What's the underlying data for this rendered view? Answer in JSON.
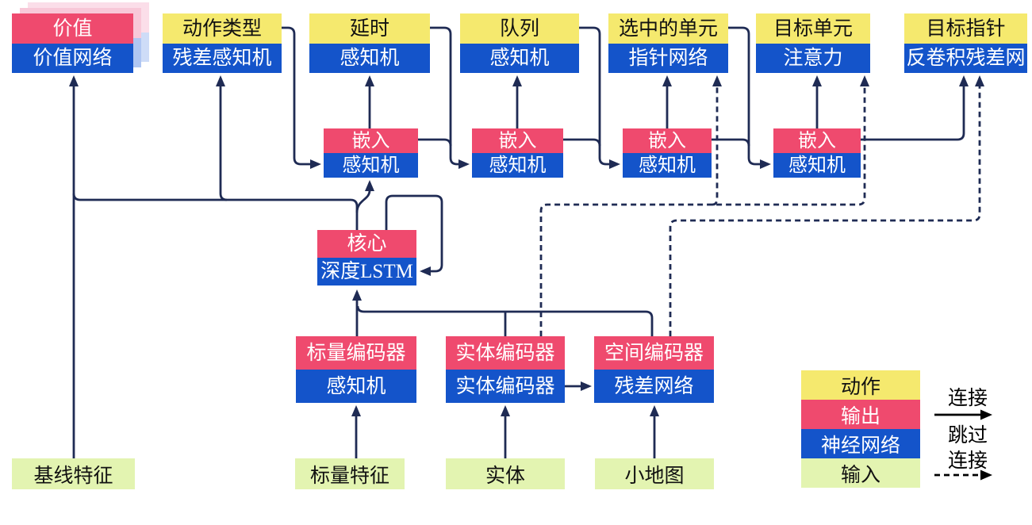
{
  "heads": [
    {
      "label": "价值",
      "network": "价值网络"
    },
    {
      "label": "动作类型",
      "network": "残差感知机"
    },
    {
      "label": "延时",
      "network": "感知机"
    },
    {
      "label": "队列",
      "network": "感知机"
    },
    {
      "label": "选中的单元",
      "network": "指针网络"
    },
    {
      "label": "目标单元",
      "network": "注意力"
    },
    {
      "label": "目标指针",
      "network": "反卷积残差网"
    }
  ],
  "embeds": [
    {
      "label": "嵌入",
      "network": "感知机"
    },
    {
      "label": "嵌入",
      "network": "感知机"
    },
    {
      "label": "嵌入",
      "network": "感知机"
    },
    {
      "label": "嵌入",
      "network": "感知机"
    }
  ],
  "core": {
    "label": "核心",
    "network": "深度LSTM"
  },
  "encoders": [
    {
      "label": "标量编码器",
      "network": "感知机"
    },
    {
      "label": "实体编码器",
      "network": "实体编码器"
    },
    {
      "label": "空间编码器",
      "network": "残差网络"
    }
  ],
  "inputs": [
    "基线特征",
    "标量特征",
    "实体",
    "小地图"
  ],
  "legend": {
    "swatches": [
      {
        "label": "动作",
        "color": "#F5E96E"
      },
      {
        "label": "输出",
        "color": "#EF4A6E"
      },
      {
        "label": "神经网络",
        "color": "#1454CA"
      },
      {
        "label": "输入",
        "color": "#E3F4B1"
      }
    ],
    "connection_label": "连接",
    "skip_label_line1": "跳过",
    "skip_label_line2": "连接"
  },
  "colors": {
    "action_yellow": "#F5E96E",
    "output_red": "#EF4A6E",
    "network_blue": "#1454CA",
    "input_green": "#E3F4B1",
    "connector_navy": "#1F2B54",
    "legend_arrow_black": "#000000"
  }
}
